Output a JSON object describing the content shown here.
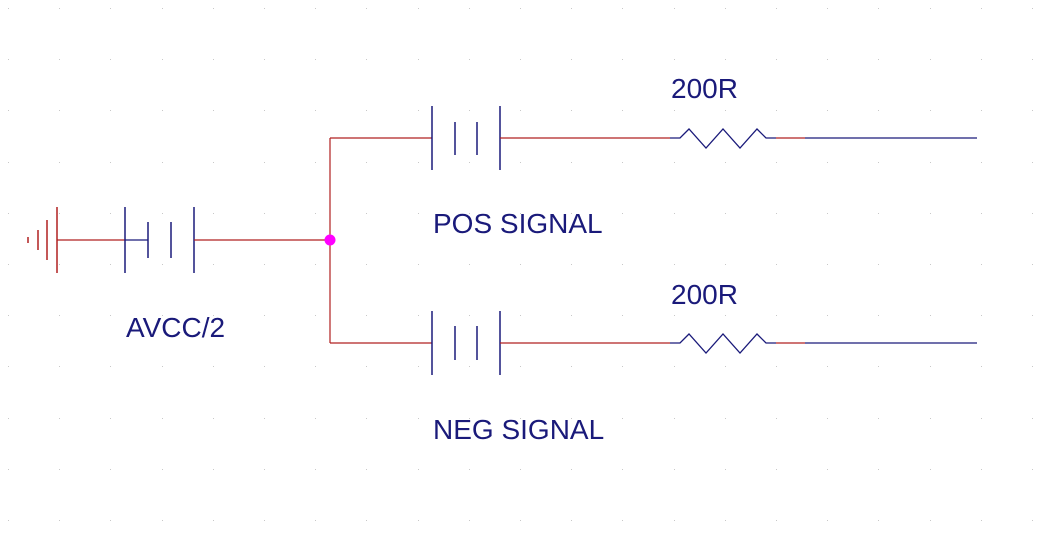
{
  "labels": {
    "avcc": "AVCC/2",
    "pos_resistor": "200R",
    "neg_resistor": "200R",
    "pos_signal": "POS SIGNAL",
    "neg_signal": "NEG SIGNAL"
  },
  "colors": {
    "wire": "#b02020",
    "component": "#1a1a7a",
    "junction": "#ff00ff",
    "grid_dot": "#c8c8c8",
    "background": "#ffffff"
  },
  "icons": {
    "ground": "ground-symbol-icon",
    "source": "battery-source-icon",
    "resistor": "resistor-zigzag-icon"
  }
}
